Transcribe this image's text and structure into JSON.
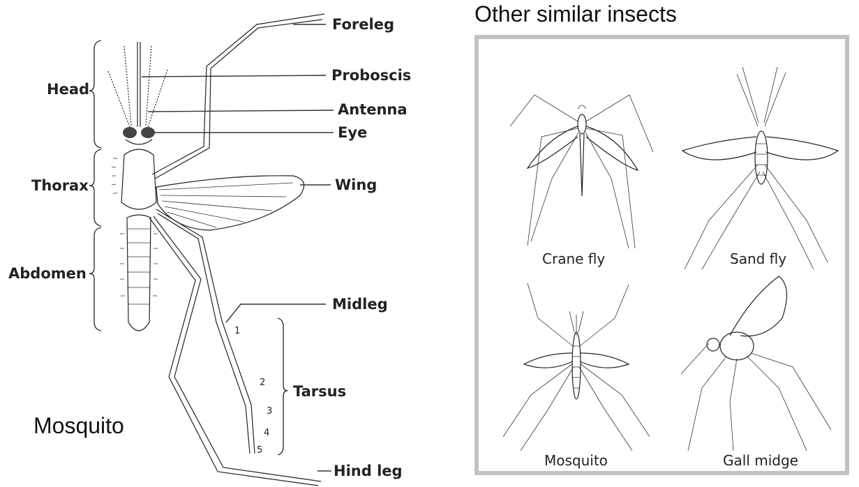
{
  "mosquito_diagram": {
    "title": "Mosquito",
    "labels": {
      "foreleg": "Foreleg",
      "proboscis": "Proboscis",
      "antenna": "Antenna",
      "eye": "Eye",
      "wing": "Wing",
      "midleg": "Midleg",
      "tarsus": "Tarsus",
      "hind_leg": "Hind leg",
      "head": "Head",
      "thorax": "Thorax",
      "abdomen": "Abdomen"
    },
    "tarsus_segments": [
      "1",
      "2",
      "3",
      "4",
      "5"
    ]
  },
  "similar_insects": {
    "heading": "Other similar insects",
    "items": [
      {
        "caption": "Crane fly",
        "icon": "crane-fly-illustration"
      },
      {
        "caption": "Sand fly",
        "icon": "sand-fly-illustration"
      },
      {
        "caption": "Mosquito",
        "icon": "mosquito-illustration"
      },
      {
        "caption": "Gall midge",
        "icon": "gall-midge-illustration"
      }
    ]
  }
}
